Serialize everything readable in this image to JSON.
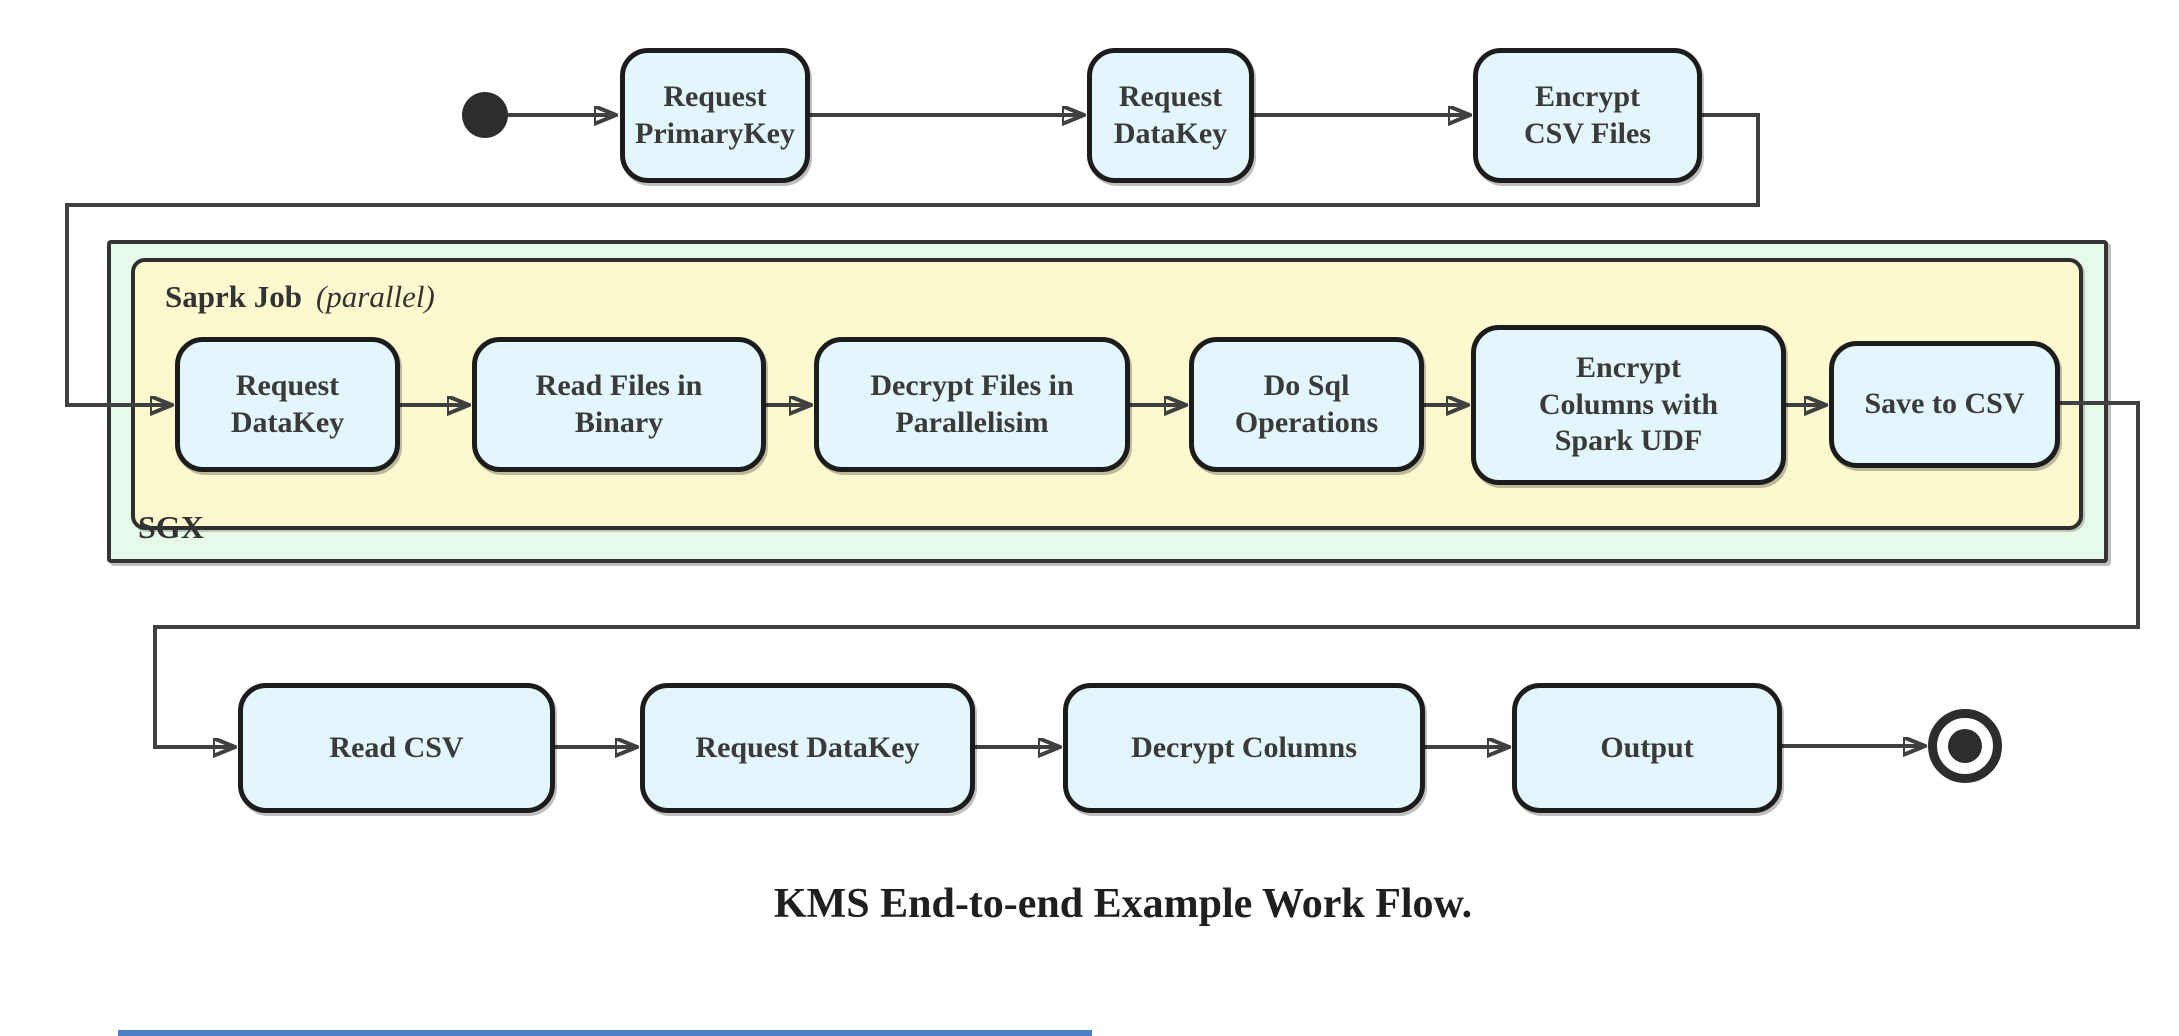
{
  "diagram": {
    "caption": "KMS End-to-end Example Work Flow.",
    "containers": {
      "sgx": {
        "label": "SGX"
      },
      "spark": {
        "title": "Saprk Job",
        "annotation": "(parallel)"
      }
    },
    "top_row": [
      {
        "label": "Request\nPrimaryKey"
      },
      {
        "label": "Request\nDataKey"
      },
      {
        "label": "Encrypt\nCSV Files"
      }
    ],
    "sgx_row": [
      {
        "label": "Request\nDataKey"
      },
      {
        "label": "Read Files in\nBinary"
      },
      {
        "label": "Decrypt Files in\nParallelisim"
      },
      {
        "label": "Do Sql\nOperations"
      },
      {
        "label": "Encrypt\nColumns with\nSpark UDF"
      },
      {
        "label": "Save to CSV"
      }
    ],
    "bottom_row": [
      {
        "label": "Read CSV"
      },
      {
        "label": "Request DataKey"
      },
      {
        "label": "Decrypt Columns"
      },
      {
        "label": "Output"
      }
    ],
    "colors": {
      "node_fill": "#e3f6fb",
      "node_border": "#1c1c1c",
      "node_text": "#3a3a3a",
      "sgx_fill": "#e7f9e9",
      "spark_fill": "#fdf9cf",
      "container_border": "#343434",
      "edge": "#404040",
      "terminal": "#2d2d2d",
      "accent_bar": "#4b80c4"
    }
  }
}
